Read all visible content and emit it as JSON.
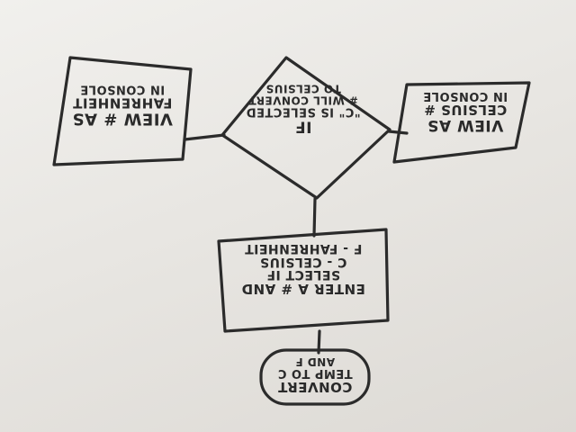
{
  "diagram": {
    "orientation": "upside-down handwritten flowchart on whiteboard",
    "ink_color": "#2b2b2b",
    "board_color": "#e9e7e3",
    "nodes": {
      "start": {
        "shape": "rounded-rect",
        "lines": [
          "CONVERT",
          "TEMP TO C",
          "AND F"
        ]
      },
      "input": {
        "shape": "rectangle",
        "lines": [
          "ENTER A # AND",
          "SELECT IF",
          "C - CELSIUS",
          "F - FAHRENHEIT"
        ]
      },
      "decision": {
        "shape": "diamond",
        "lines": [
          "IF",
          "\"C\" IS SELECTED",
          "# WILL CONVERT",
          "TO CELSIUS"
        ]
      },
      "output_celsius": {
        "shape": "rectangle",
        "lines": [
          "VIEW AS",
          "CELSIUS #",
          "IN CONSOLE"
        ]
      },
      "output_fahrenheit": {
        "shape": "rectangle",
        "lines": [
          "VIEW # AS",
          "FAHRENHEIT",
          "IN CONSOLE"
        ]
      }
    }
  }
}
